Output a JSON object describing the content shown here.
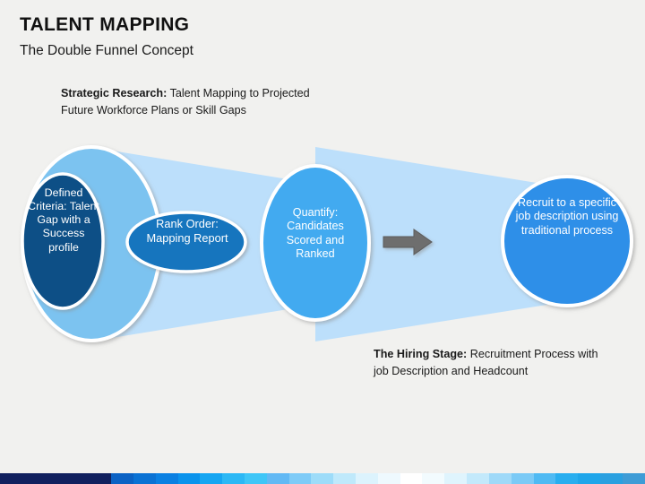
{
  "slide": {
    "background_color": "#f1f1ef",
    "title": "TALENT MAPPING",
    "subtitle": "The Double Funnel Concept"
  },
  "annotations": {
    "top": {
      "lead": "Strategic Research:",
      "body": " Talent Mapping to Projected Future Workforce Plans or Skill Gaps"
    },
    "bottom": {
      "lead": "The Hiring Stage:",
      "body": " Recruitment Process with job Description and Headcount"
    }
  },
  "diagram": {
    "name": "double-funnel-diagram",
    "funnels": [
      {
        "name": "left-funnel",
        "color": "#bcdffb"
      },
      {
        "name": "right-funnel",
        "color": "#bcdffb"
      }
    ],
    "arrow": {
      "name": "process-arrow",
      "color": "#6e6e6e",
      "direction": "right"
    },
    "nodes": [
      {
        "id": "defined-criteria",
        "label": "Defined Criteria: Talent Gap with a Success profile",
        "shape": "ellipse",
        "fill": "#0d4f86",
        "stroke": "#ffffff",
        "text_color": "#ffffff"
      },
      {
        "id": "rank-order",
        "label": "Rank Order: Mapping Report",
        "shape": "ellipse",
        "fill": "#1874be",
        "stroke": "#ffffff",
        "text_color": "#ffffff"
      },
      {
        "id": "quantify",
        "label": "Quantify: Candidates Scored and Ranked",
        "shape": "ellipse",
        "fill": "#42aaf0",
        "stroke": "#ffffff",
        "text_color": "#ffffff"
      },
      {
        "id": "recruit",
        "label": "Recruit to a specific job description using traditional process",
        "shape": "circle",
        "fill": "#2e8fe8",
        "stroke": "#ffffff",
        "text_color": "#ffffff"
      }
    ],
    "outer_shapes": [
      {
        "id": "left-outer-circle",
        "fill": "#7cc3f0",
        "stroke": "#ffffff"
      },
      {
        "id": "center-outer-circle",
        "fill": "#42aaf0",
        "stroke": "#ffffff"
      }
    ]
  },
  "bottom_bar": {
    "name": "decorative-gradient-bar",
    "segments": [
      "#11205e",
      "#11205e",
      "#11205e",
      "#11205e",
      "#11205e",
      "#0b62c4",
      "#0a72d4",
      "#0a80e2",
      "#0a93ec",
      "#16a6f2",
      "#2cb8f5",
      "#3fc6f7",
      "#62b9f4",
      "#7ecbf7",
      "#9ddcf9",
      "#bfe9fb",
      "#dcf3fd",
      "#eef9fe",
      "#ffffff",
      "#f2fbfe",
      "#dff4fd",
      "#c3e9fb",
      "#9fd9f8",
      "#7bcaf6",
      "#4fbaf3",
      "#29aeef",
      "#1fa6ea",
      "#2aa0e0",
      "#3e9cd6"
    ]
  }
}
